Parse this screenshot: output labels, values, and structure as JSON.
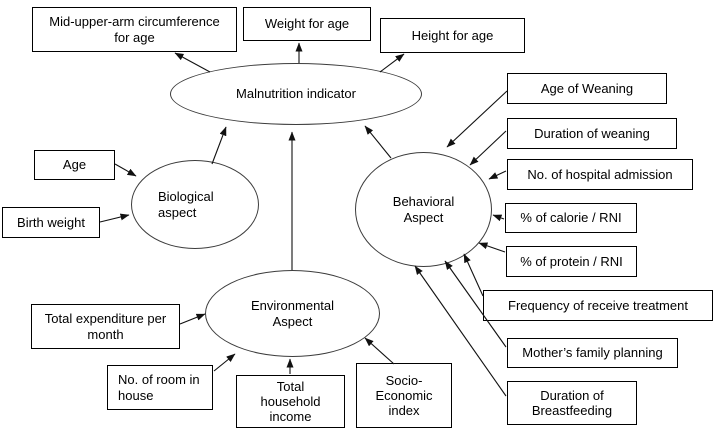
{
  "diagram": {
    "description": "Conceptual model of malnutrition indicator and related aspects",
    "line_color": "#111111",
    "box_border_color": "#000000",
    "ellipse_border_color": "#3c3c3c",
    "background_color": "#ffffff"
  },
  "nodes": {
    "malnutrition": {
      "label": "Malnutrition indicator",
      "shape": "ellipse"
    },
    "biological": {
      "label": "Biological\naspect",
      "shape": "ellipse"
    },
    "behavioral": {
      "label": "Behavioral\nAspect",
      "shape": "ellipse"
    },
    "environmental": {
      "label": "Environmental\nAspect",
      "shape": "ellipse"
    },
    "mid_upper_arm": {
      "label": "Mid-upper-arm circumference\nfor age",
      "shape": "box"
    },
    "weight_for_age": {
      "label": "Weight for age",
      "shape": "box"
    },
    "height_for_age": {
      "label": "Height for age",
      "shape": "box"
    },
    "age": {
      "label": "Age",
      "shape": "box"
    },
    "birth_weight": {
      "label": "Birth weight",
      "shape": "box"
    },
    "age_of_weaning": {
      "label": "Age of Weaning",
      "shape": "box"
    },
    "duration_of_weaning": {
      "label": "Duration of weaning",
      "shape": "box"
    },
    "hospital_admission": {
      "label": "No. of hospital admission",
      "shape": "box"
    },
    "calorie_rni": {
      "label": "% of calorie / RNI",
      "shape": "box"
    },
    "protein_rni": {
      "label": "% of protein / RNI",
      "shape": "box"
    },
    "frequency_treatment": {
      "label": "Frequency of receive treatment",
      "shape": "box"
    },
    "mothers_family_planning": {
      "label": "Mother’s family planning",
      "shape": "box"
    },
    "duration_breastfeeding": {
      "label": "Duration of\nBreastfeeding",
      "shape": "box"
    },
    "total_expenditure": {
      "label": "Total expenditure per\nmonth",
      "shape": "box"
    },
    "rooms_in_house": {
      "label": "No. of room in\nhouse",
      "shape": "box"
    },
    "household_income": {
      "label": "Total\nhousehold\nincome",
      "shape": "box"
    },
    "socio_economic": {
      "label": "Socio-\nEconomic\nindex",
      "shape": "box"
    }
  },
  "edges": [
    {
      "from": "malnutrition",
      "to": "mid_upper_arm"
    },
    {
      "from": "malnutrition",
      "to": "weight_for_age"
    },
    {
      "from": "malnutrition",
      "to": "height_for_age"
    },
    {
      "from": "biological",
      "to": "malnutrition"
    },
    {
      "from": "environmental",
      "to": "malnutrition"
    },
    {
      "from": "behavioral",
      "to": "malnutrition"
    },
    {
      "from": "age",
      "to": "biological"
    },
    {
      "from": "birth_weight",
      "to": "biological"
    },
    {
      "from": "age_of_weaning",
      "to": "behavioral"
    },
    {
      "from": "duration_of_weaning",
      "to": "behavioral"
    },
    {
      "from": "hospital_admission",
      "to": "behavioral"
    },
    {
      "from": "calorie_rni",
      "to": "behavioral"
    },
    {
      "from": "protein_rni",
      "to": "behavioral"
    },
    {
      "from": "frequency_treatment",
      "to": "behavioral"
    },
    {
      "from": "mothers_family_planning",
      "to": "behavioral"
    },
    {
      "from": "duration_breastfeeding",
      "to": "behavioral"
    },
    {
      "from": "total_expenditure",
      "to": "environmental"
    },
    {
      "from": "rooms_in_house",
      "to": "environmental"
    },
    {
      "from": "household_income",
      "to": "environmental"
    },
    {
      "from": "socio_economic",
      "to": "environmental"
    }
  ]
}
